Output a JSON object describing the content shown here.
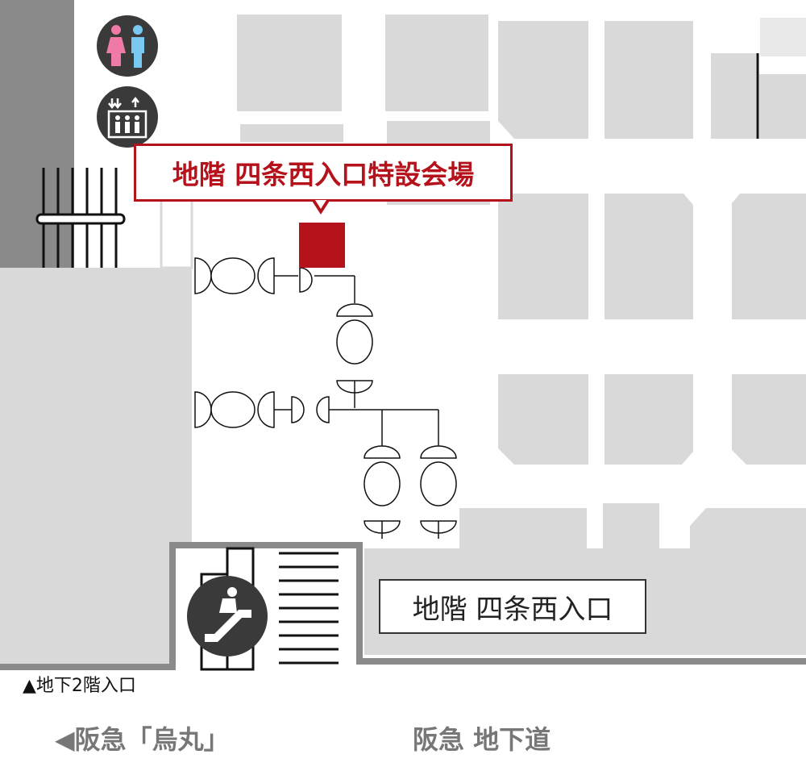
{
  "labels": {
    "special_venue": "地階 四条西入口特設会場",
    "shijo_west_entrance": "地階 四条西入口",
    "b2_entrance": "▲地下2階入口",
    "hankyu_karasuma": "◀阪急「烏丸」",
    "hankyu_underground": "阪急 地下道"
  },
  "icons": {
    "restroom": "restroom-icon",
    "elevator": "elevator-icon",
    "escalator": "escalator-icon",
    "stairs": "stairs-icon",
    "venue_marker": "venue-marker-icon"
  },
  "colors": {
    "accent": "#b5121b",
    "block": "#d9d9d9",
    "wall": "#8a8a8a",
    "icon_bg": "#3a3a3a",
    "female": "#f07aa6",
    "male": "#79c8ef"
  }
}
